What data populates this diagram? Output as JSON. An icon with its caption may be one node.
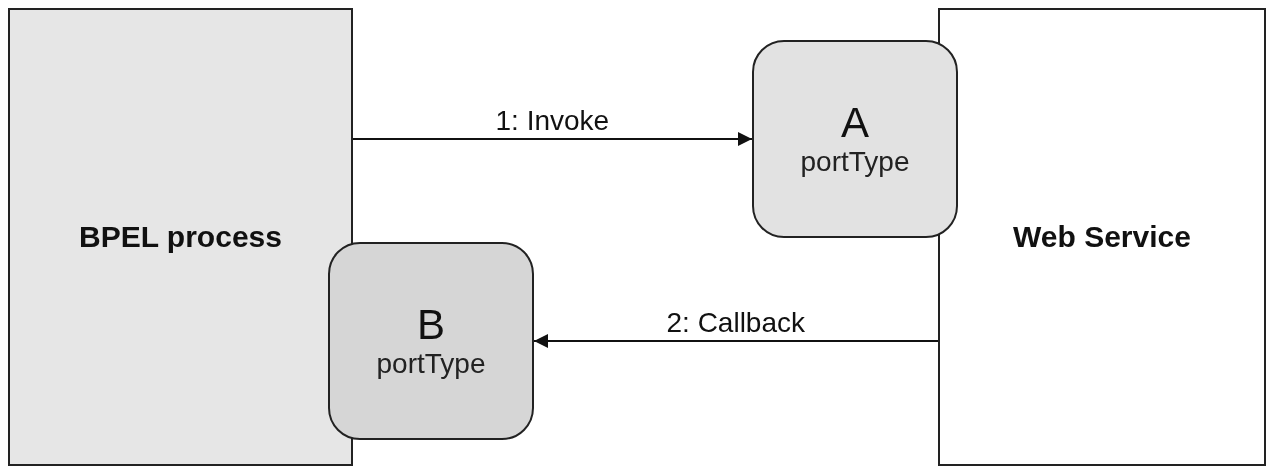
{
  "diagram": {
    "nodes": [
      {
        "text": [
          "BPEL process"
        ]
      },
      {
        "text": [
          "A",
          "portType"
        ]
      },
      {
        "text": [
          "Web Service"
        ]
      },
      {
        "text": [
          "B",
          "portType"
        ]
      }
    ],
    "edges": [
      {
        "from": 0,
        "to": 1,
        "label": "1: Invoke",
        "arrow": "to"
      },
      {
        "from": 2,
        "to": 3,
        "label": "2: Callback",
        "arrow": "to"
      }
    ]
  }
}
